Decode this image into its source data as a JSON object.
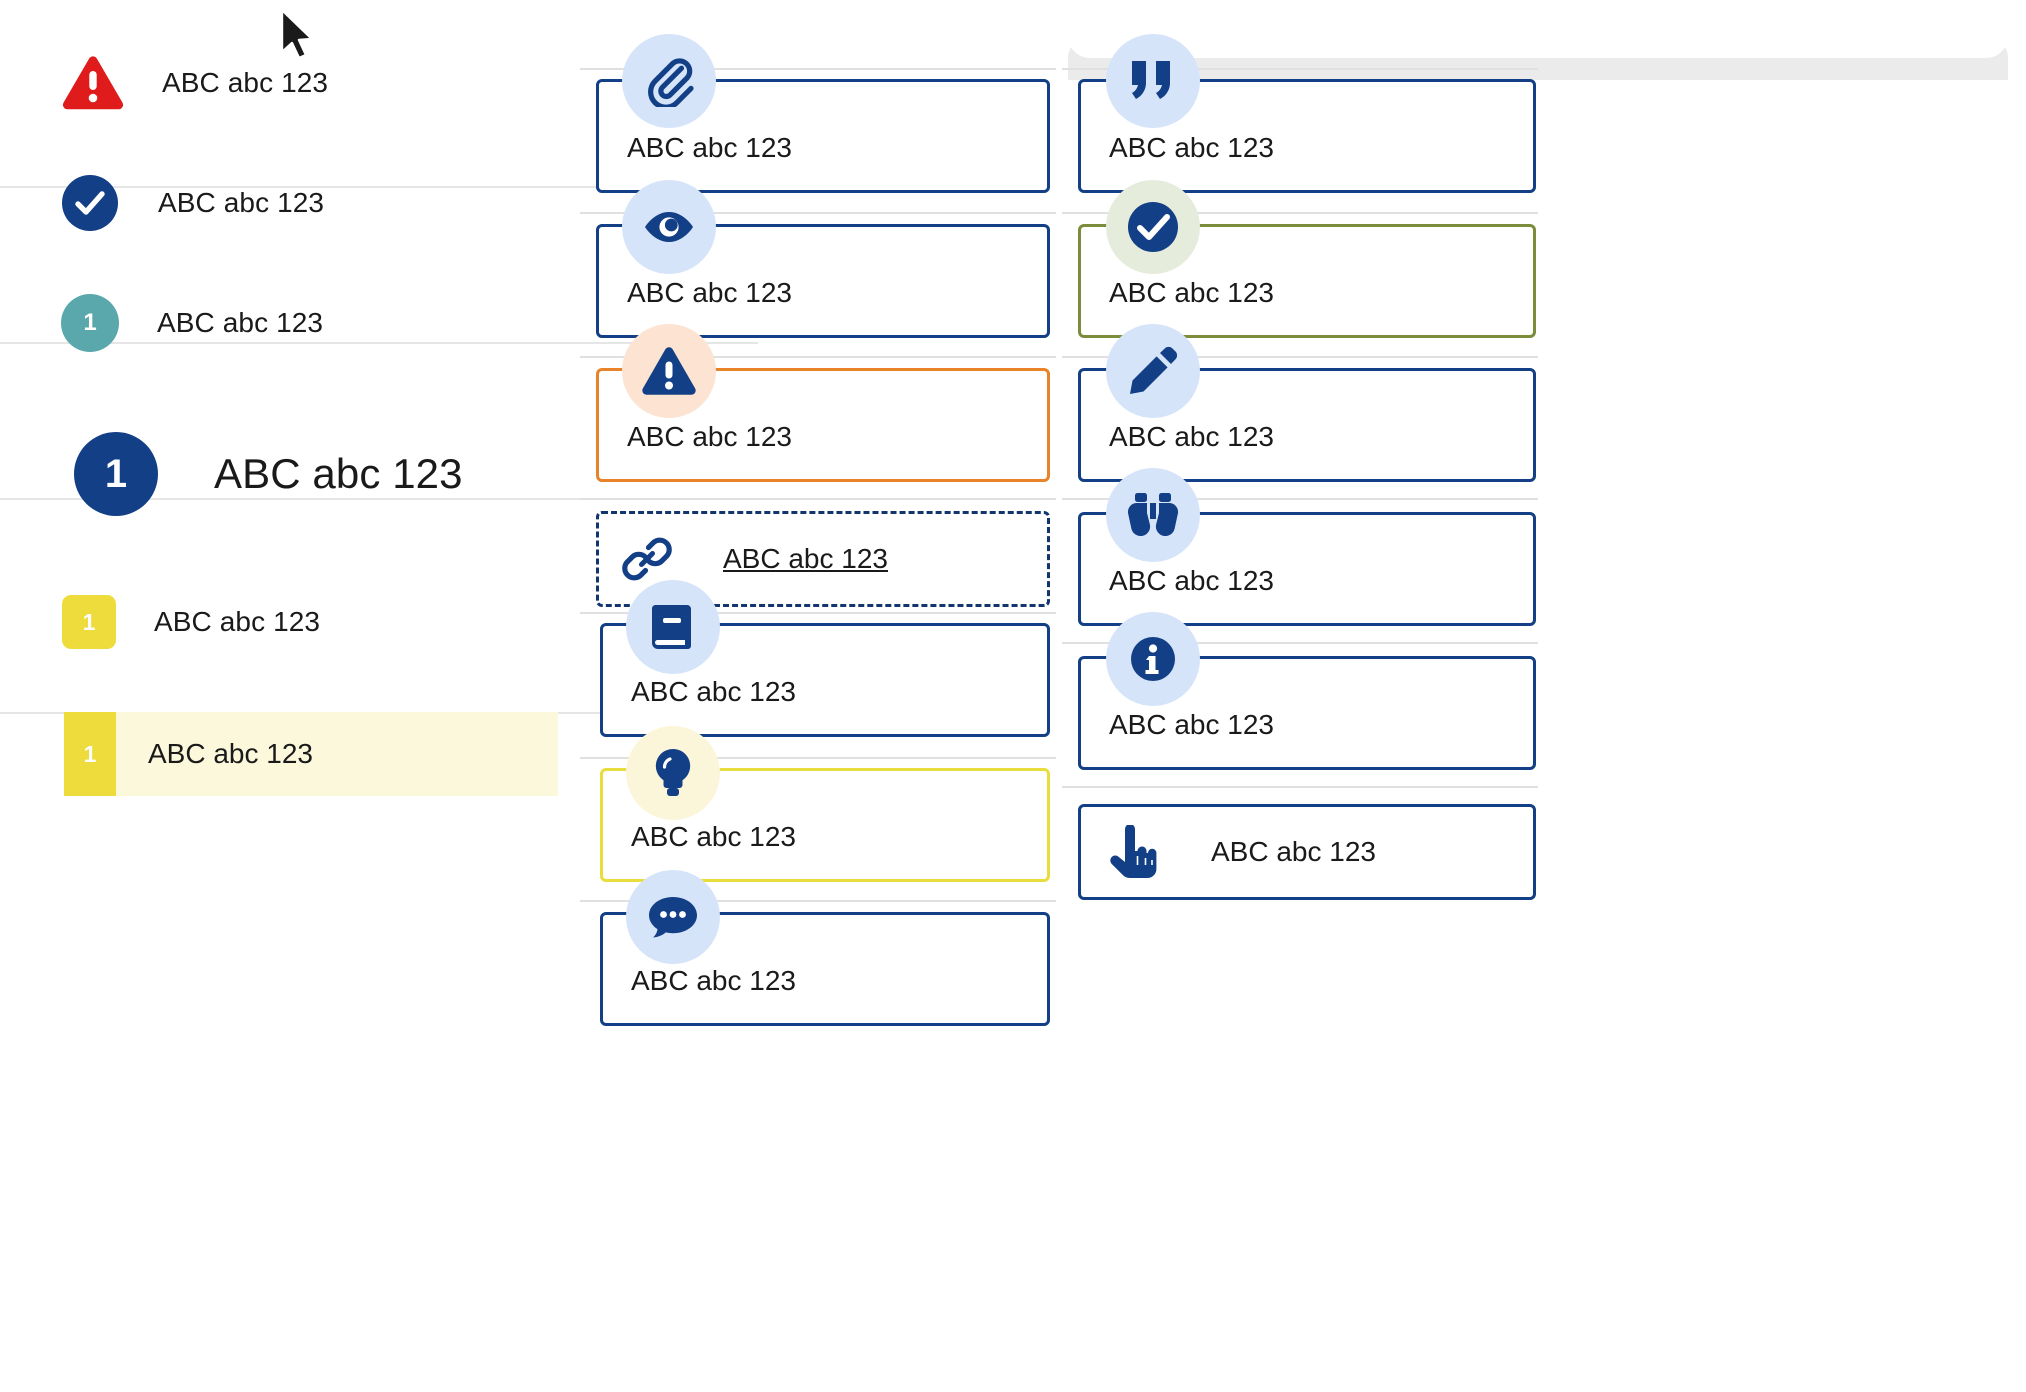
{
  "sample_text": "ABC abc 123",
  "colors": {
    "navy": "#123f86",
    "icon_bg_blue": "#d6e4fa",
    "icon_bg_peach": "#fce3d2",
    "icon_bg_mint": "#e6ecdc",
    "icon_bg_cream": "#fbf6d9",
    "red": "#e01b1b",
    "teal": "#5aa8ab",
    "yellow": "#eedc3c",
    "yellow_border": "#e8dd3c",
    "highlight_bg": "#fcf8dc",
    "orange": "#e8832a",
    "olive": "#7b8d3a",
    "divider": "#e6e6e6",
    "panel_grey": "#ebebeb"
  },
  "left_column": {
    "items": [
      {
        "icon": "warning-triangle-icon",
        "badge_style": "red-triangle",
        "label": "ABC abc 123",
        "number": ""
      },
      {
        "icon": "check-circle-icon",
        "badge_style": "navy-circle",
        "label": "ABC abc 123",
        "number": ""
      },
      {
        "icon": "number-badge",
        "badge_style": "teal-circle",
        "label": "ABC abc 123",
        "number": "1"
      },
      {
        "icon": "number-badge",
        "badge_style": "navy-circle-large",
        "label": "ABC abc 123",
        "number": "1"
      },
      {
        "icon": "number-badge",
        "badge_style": "yellow-square",
        "label": "ABC abc 123",
        "number": "1"
      },
      {
        "icon": "number-badge",
        "badge_style": "yellow-flat-highlight",
        "label": "ABC abc 123",
        "number": "1"
      }
    ]
  },
  "middle_column": {
    "cards": [
      {
        "icon": "paperclip-icon",
        "icon_bg": "blue",
        "border": "navy",
        "style": "solid",
        "label": "ABC abc 123"
      },
      {
        "icon": "eye-icon",
        "icon_bg": "blue",
        "border": "navy",
        "style": "solid",
        "label": "ABC abc 123"
      },
      {
        "icon": "warning-triangle-icon",
        "icon_bg": "peach",
        "border": "orange",
        "style": "solid",
        "label": "ABC abc 123"
      },
      {
        "icon": "link-icon",
        "icon_bg": "none",
        "border": "navy",
        "style": "dashed",
        "label": "ABC abc 123",
        "underlined": true
      },
      {
        "icon": "book-icon",
        "icon_bg": "blue",
        "border": "navy",
        "style": "solid",
        "label": "ABC abc 123"
      },
      {
        "icon": "lightbulb-icon",
        "icon_bg": "cream",
        "border": "yellow",
        "style": "solid",
        "label": "ABC abc 123"
      },
      {
        "icon": "comment-icon",
        "icon_bg": "blue",
        "border": "navy",
        "style": "solid",
        "label": "ABC abc 123"
      }
    ]
  },
  "right_column": {
    "cards": [
      {
        "icon": "quote-icon",
        "icon_bg": "blue",
        "border": "navy",
        "style": "solid",
        "label": "ABC abc 123"
      },
      {
        "icon": "check-circle-icon",
        "icon_bg": "mint",
        "border": "olive",
        "style": "solid",
        "label": "ABC abc 123"
      },
      {
        "icon": "pencil-icon",
        "icon_bg": "blue",
        "border": "navy",
        "style": "solid",
        "label": "ABC abc 123"
      },
      {
        "icon": "binoculars-icon",
        "icon_bg": "blue",
        "border": "navy",
        "style": "solid",
        "label": "ABC abc 123"
      },
      {
        "icon": "info-circle-icon",
        "icon_bg": "blue",
        "border": "navy",
        "style": "solid",
        "label": "ABC abc 123"
      },
      {
        "icon": "pointing-hand-icon",
        "icon_bg": "none",
        "border": "navy",
        "style": "solid",
        "label": "ABC abc 123",
        "inline": true
      }
    ]
  },
  "cursor": {
    "icon": "mouse-pointer-icon"
  }
}
